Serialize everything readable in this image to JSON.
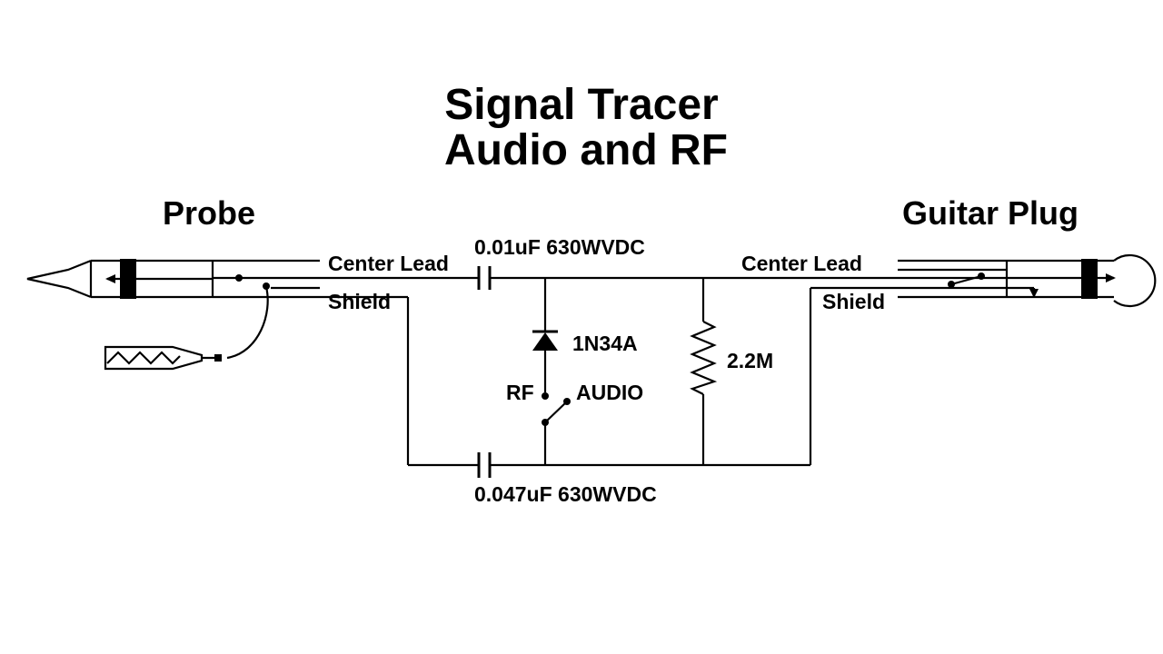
{
  "title": {
    "line1": "Signal Tracer",
    "line2": "Audio and RF"
  },
  "probe": {
    "heading": "Probe",
    "center_lead": "Center Lead",
    "shield": "Shield"
  },
  "guitar_plug": {
    "heading": "Guitar Plug",
    "center_lead": "Center Lead",
    "shield": "Shield"
  },
  "components": {
    "cap_top": "0.01uF 630WVDC",
    "cap_bottom": "0.047uF 630WVDC",
    "diode": "1N34A",
    "resistor": "2.2M",
    "switch_rf": "RF",
    "switch_audio": "AUDIO"
  }
}
